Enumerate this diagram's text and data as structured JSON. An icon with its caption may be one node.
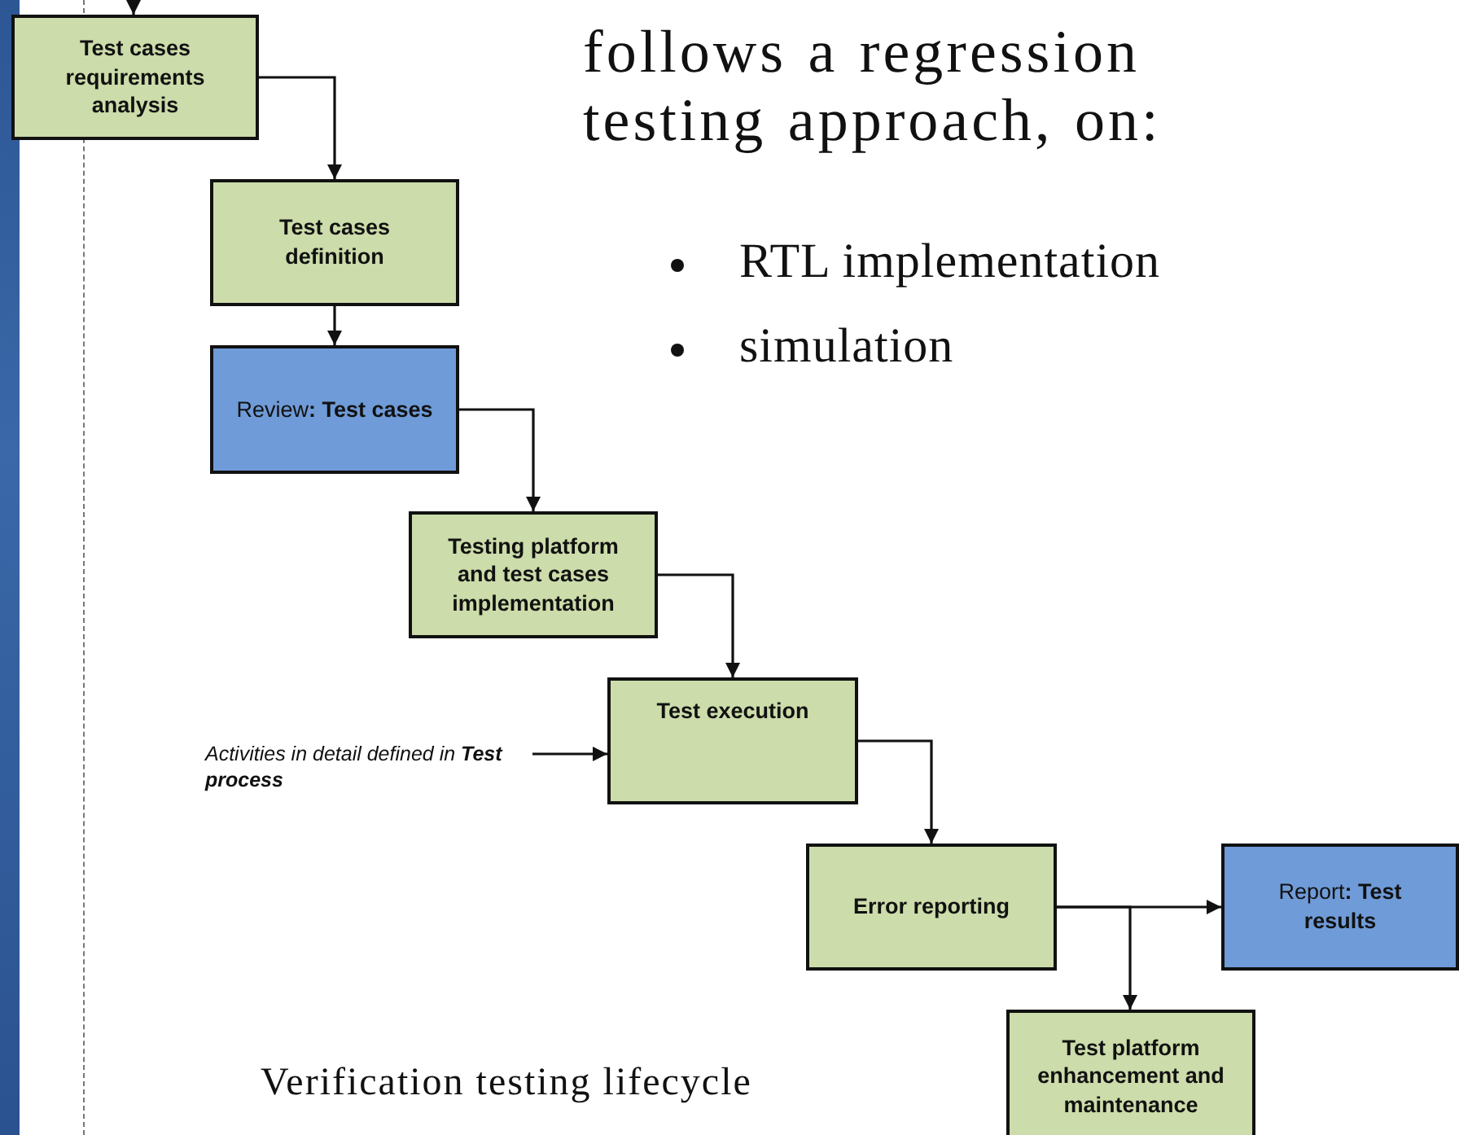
{
  "diagram": {
    "caption": "Verification testing lifecycle",
    "nodes": [
      {
        "text": [
          "Test cases requirements analysis"
        ]
      },
      {
        "text": [
          "Test cases definition"
        ]
      },
      {
        "text": [
          "Review**: Test cases**"
        ]
      },
      {
        "text": [
          "Testing platform and test cases implementation"
        ]
      },
      {
        "text": [
          "Test execution"
        ]
      },
      {
        "text": [
          "Error reporting"
        ]
      },
      {
        "text": [
          "Report**: Test results**"
        ]
      },
      {
        "text": [
          "Test platform enhancement and maintenance"
        ]
      },
      {
        "text": [
          "Activities in detail defined in **Test process**"
        ]
      }
    ],
    "edges": [
      {
        "from": null,
        "to": 0,
        "arrow": "to"
      },
      {
        "from": 0,
        "to": 1,
        "arrow": "to"
      },
      {
        "from": 1,
        "to": 2,
        "arrow": "to"
      },
      {
        "from": 2,
        "to": 3,
        "arrow": "to"
      },
      {
        "from": 3,
        "to": 4,
        "arrow": "to"
      },
      {
        "from": 4,
        "to": 5,
        "arrow": "to"
      },
      {
        "from": 5,
        "to": 6,
        "arrow": "to"
      },
      {
        "from": 5,
        "to": 7,
        "arrow": "to"
      },
      {
        "from": 8,
        "to": 4,
        "arrow": "to"
      }
    ],
    "labels": [
      "follows a regression testing approach, on:",
      "RTL implementation",
      "simulation"
    ]
  }
}
